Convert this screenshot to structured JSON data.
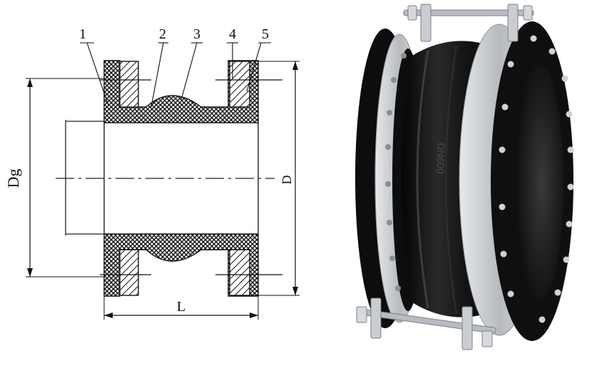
{
  "drawing": {
    "part_labels": [
      "1",
      "2",
      "3",
      "4",
      "5"
    ],
    "dimension_labels": {
      "nominal_diameter": "Dg",
      "outer_diameter": "D",
      "length": "L"
    }
  },
  "photo": {
    "flange_marking": "DN600",
    "colors": {
      "rubber": "#111111",
      "steel_plate": "#c9ccd0",
      "flange": "#0d0d0d",
      "bolt": "#b8bcc2"
    }
  }
}
